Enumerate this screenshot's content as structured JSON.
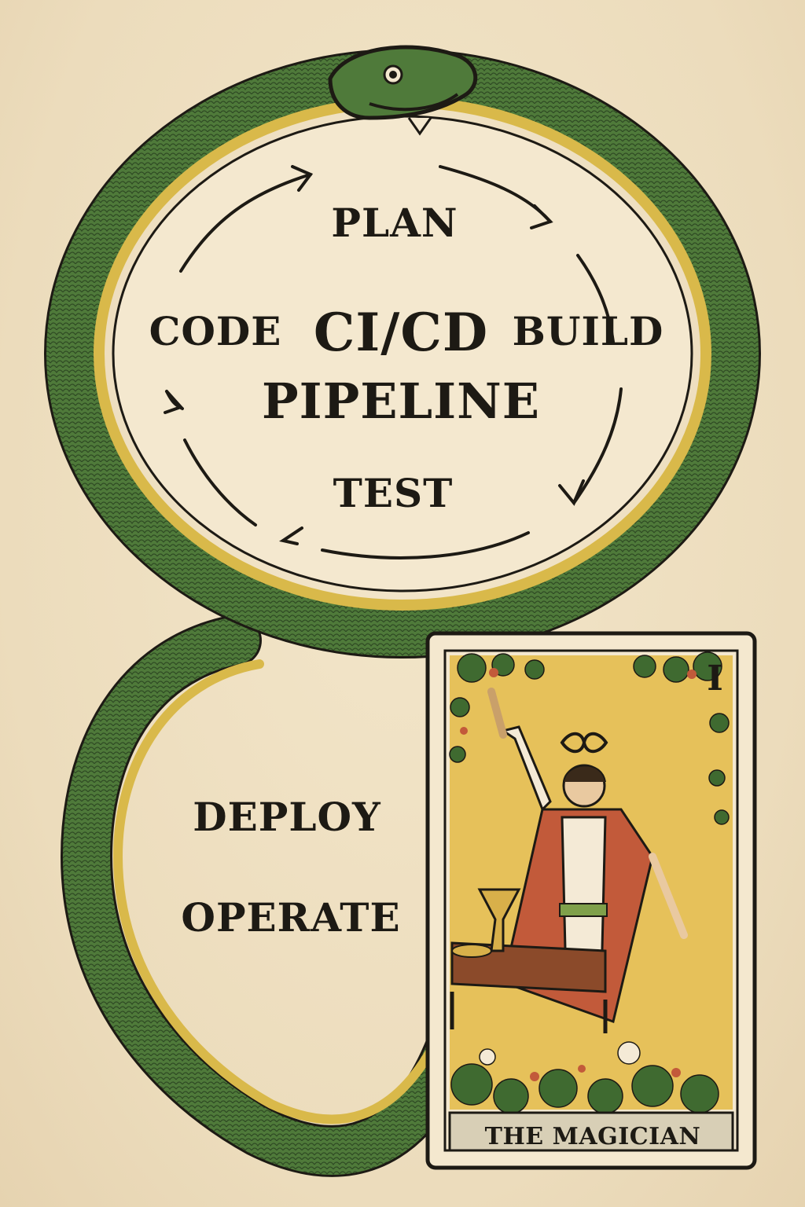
{
  "diagram": {
    "title_line1": "CI/CD",
    "title_line2": "PIPELINE",
    "stages": {
      "plan": "PLAN",
      "build": "BUILD",
      "test": "TEST",
      "code": "CODE",
      "deploy": "DEPLOY",
      "operate": "OPERATE"
    }
  },
  "card": {
    "numeral": "I",
    "name": "THE MAGICIAN",
    "symbol_icon": "infinity-icon"
  },
  "colors": {
    "background": "#efe1c3",
    "snake_green": "#4f7a3a",
    "snake_dark": "#2f4a24",
    "snake_stripe": "#d9b94a",
    "ink": "#1d1a14",
    "card_yellow": "#e6c15a",
    "robe_red": "#c25a3a"
  }
}
